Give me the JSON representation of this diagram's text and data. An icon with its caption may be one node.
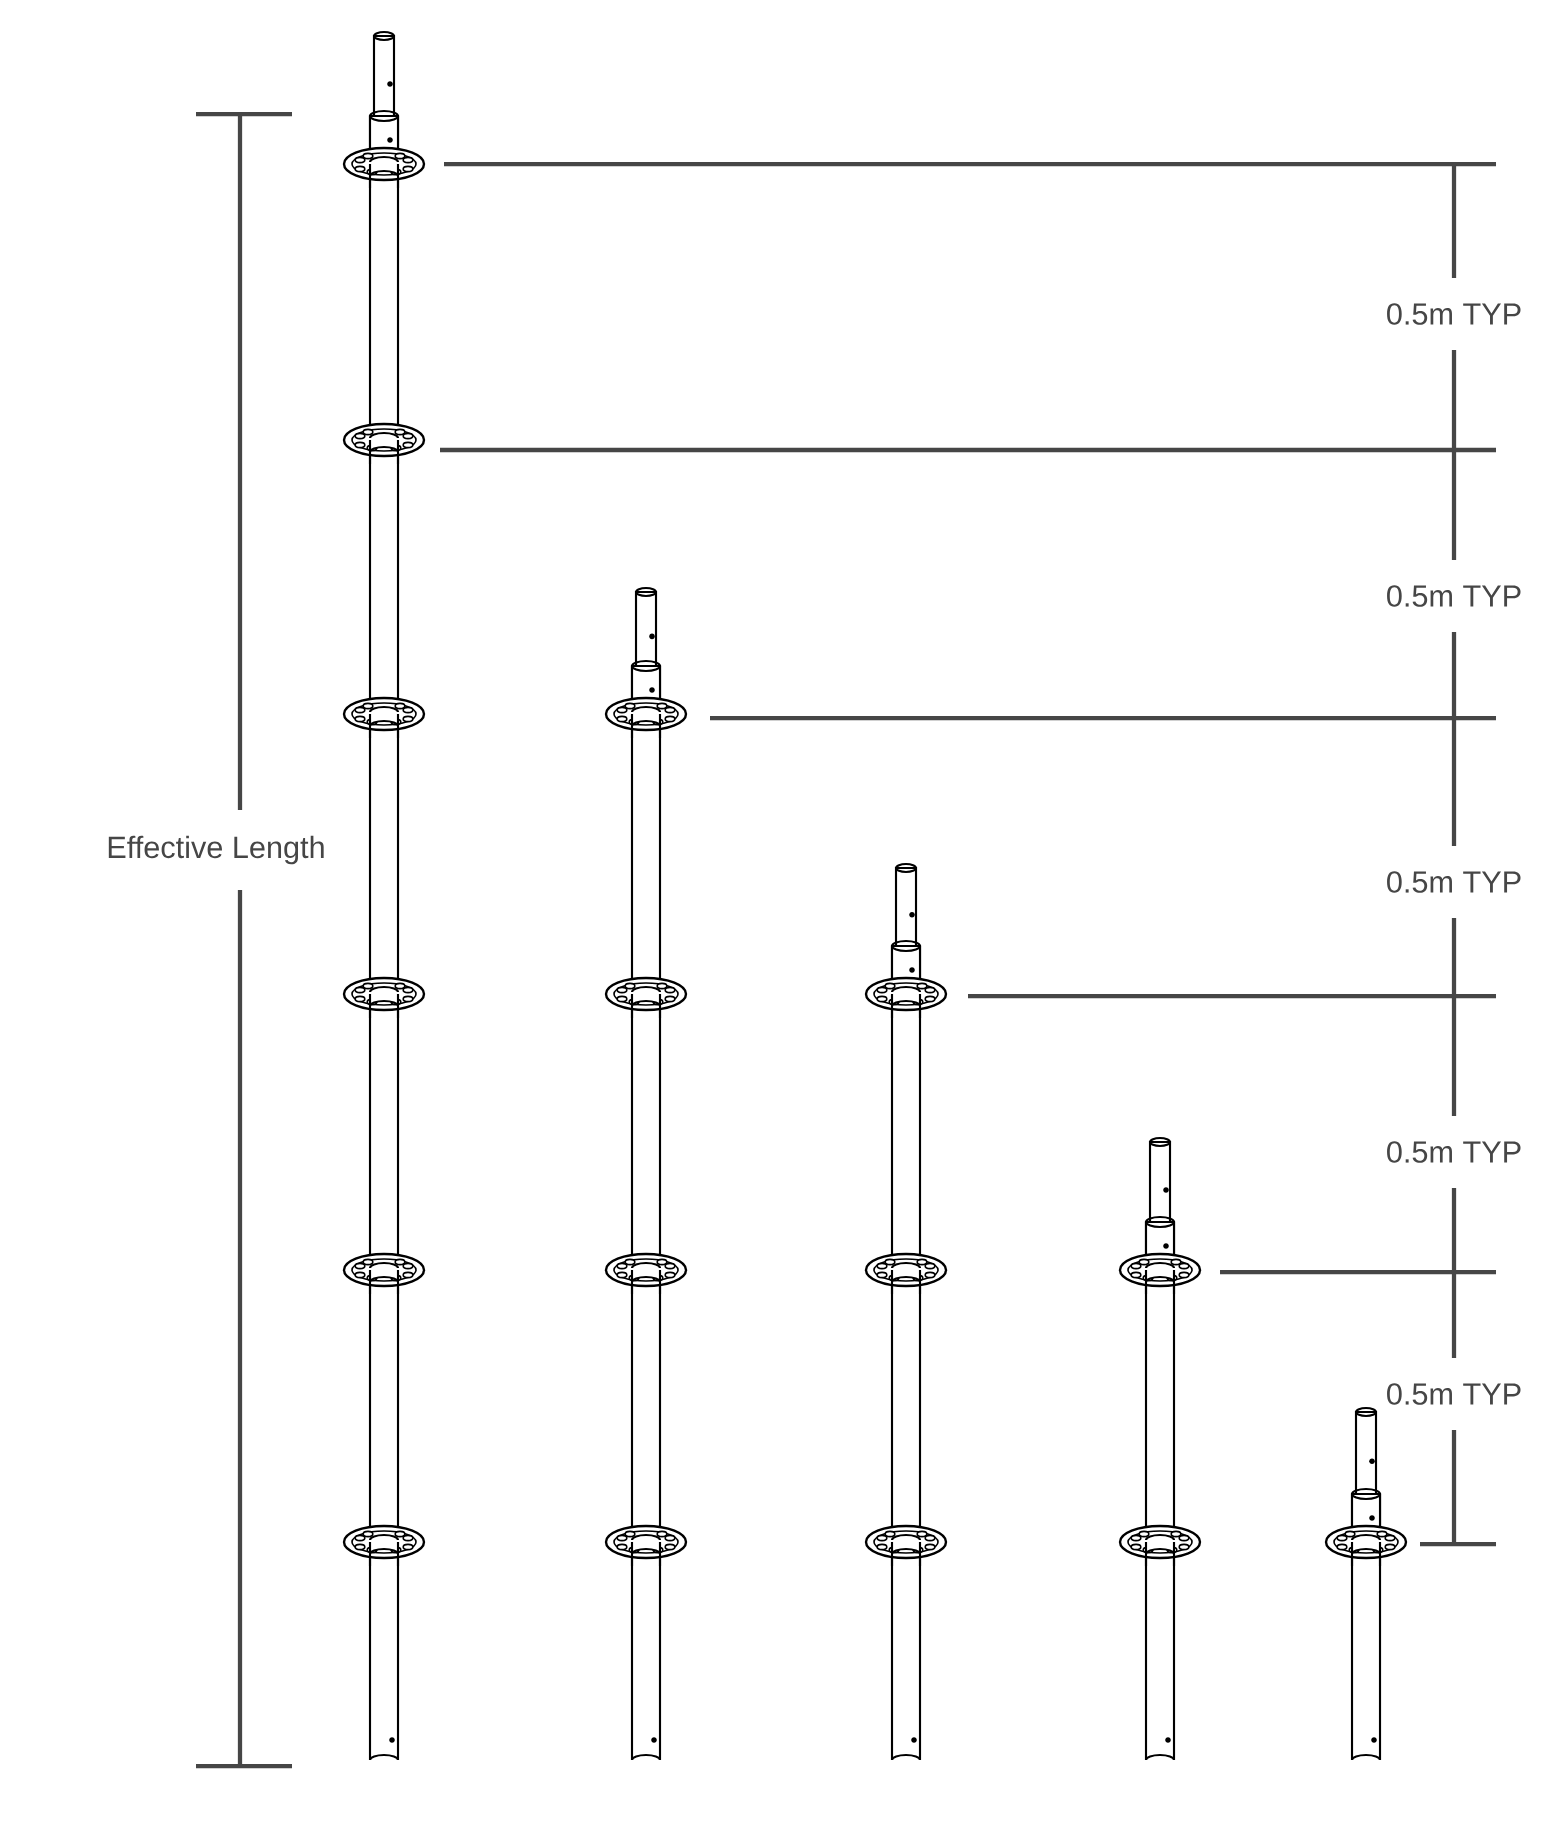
{
  "diagram": {
    "labels": [
      "Effective Length",
      "0.5m TYP",
      "0.5m TYP",
      "0.5m TYP",
      "0.5m TYP",
      "0.5m TYP"
    ]
  }
}
